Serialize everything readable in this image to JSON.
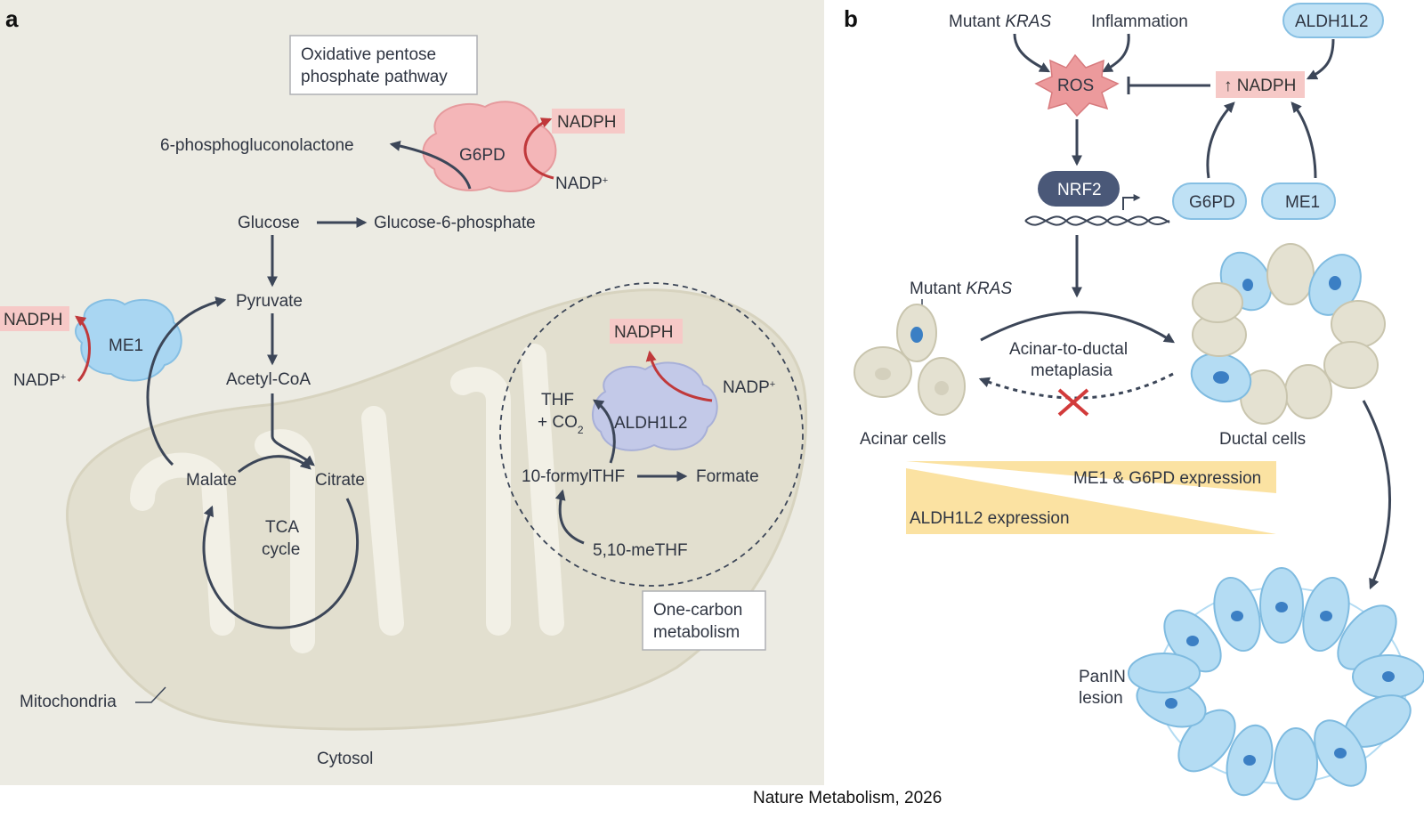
{
  "panel_a": {
    "label": "a",
    "oppp_line1": "Oxidative pentose",
    "oppp_line2": "phosphate pathway",
    "phosphogluconolactone": "6-phosphogluconolactone",
    "g6pd": "G6PD",
    "nadph_top": "NADPH",
    "nadp_top": "NADP",
    "glucose": "Glucose",
    "g6p": "Glucose-6-phosphate",
    "pyruvate": "Pyruvate",
    "acetylcoa": "Acetyl-CoA",
    "nadph_me1": "NADPH",
    "me1": "ME1",
    "nadp_me1": "NADP",
    "malate": "Malate",
    "citrate": "Citrate",
    "tca_line1": "TCA",
    "tca_line2": "cycle",
    "nadph_aldh": "NADPH",
    "nadp_aldh": "NADP",
    "thf": "THF",
    "co2": "+ CO",
    "co2_sub": "2",
    "aldh1l2": "ALDH1L2",
    "formylthf": "10-formylTHF",
    "formate": "Formate",
    "methf": "5,10-meTHF",
    "onecarbon_line1": "One-carbon",
    "onecarbon_line2": "metabolism",
    "mitochondria": "Mitochondria",
    "cytosol": "Cytosol",
    "plus": "+"
  },
  "panel_b": {
    "label": "b",
    "mutant_kras_top_a": "Mutant ",
    "mutant_kras_top_b": "KRAS",
    "inflammation": "Inflammation",
    "aldh1l2": "ALDH1L2",
    "ros": "ROS",
    "nadph_up": "↑ NADPH",
    "nrf2": "NRF2",
    "g6pd": "G6PD",
    "me1": "ME1",
    "mutant_kras_mid_a": "Mutant ",
    "mutant_kras_mid_b": "KRAS",
    "adm_line1": "Acinar-to-ductal",
    "adm_line2": "metaplasia",
    "acinar": "Acinar cells",
    "ductal": "Ductal cells",
    "me1_g6pd_expr": "ME1 & G6PD expression",
    "aldh1l2_expr": "ALDH1L2 expression",
    "panin_line1": "PanIN",
    "panin_line2": "lesion"
  },
  "credit": "Nature Metabolism, 2026",
  "colors": {
    "panel_bg": "#ecebe3",
    "mito_fill": "#e2dfcf",
    "nadph_box": "#f6c9c7",
    "pink_enzyme": "#f4b6b8",
    "blue_enzyme": "#a9d6f2",
    "purple_enzyme": "#c3c9e8",
    "arrow": "#3c4658",
    "red_arrow": "#c0393b",
    "ros_fill": "#ec9a9c",
    "nrf2_fill": "#4a5878",
    "pill_fill": "#bfe1f5",
    "expr_fill": "#fbe2a2",
    "acinar_fill": "#e4e1d1",
    "ductal_fill": "#b4dcf3"
  }
}
